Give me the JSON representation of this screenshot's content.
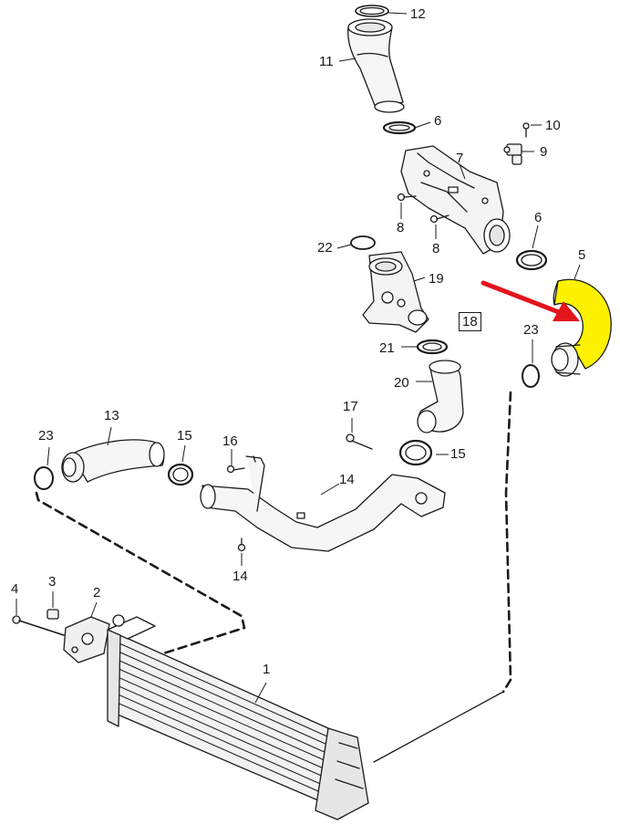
{
  "callouts": {
    "c1": "1",
    "c2": "2",
    "c3": "3",
    "c4": "4",
    "c5": "5",
    "c6a": "6",
    "c6b": "6",
    "c7": "7",
    "c8a": "8",
    "c8b": "8",
    "c9": "9",
    "c10": "10",
    "c11": "11",
    "c12": "12",
    "c13": "13",
    "c14a": "14",
    "c14b": "14",
    "c15a": "15",
    "c15b": "15",
    "c16": "16",
    "c17": "17",
    "c18": "18",
    "c19": "19",
    "c20": "20",
    "c21": "21",
    "c22": "22",
    "c23a": "23",
    "c23b": "23"
  },
  "colors": {
    "highlight": "#fff200",
    "arrow": "#e3141b",
    "line": "#1a1a1a",
    "part_fill": "#f4f4f4"
  },
  "icons": {
    "highlight_arrow": "red-arrow-icon",
    "highlighted_part": "yellow-hose-part-5"
  }
}
